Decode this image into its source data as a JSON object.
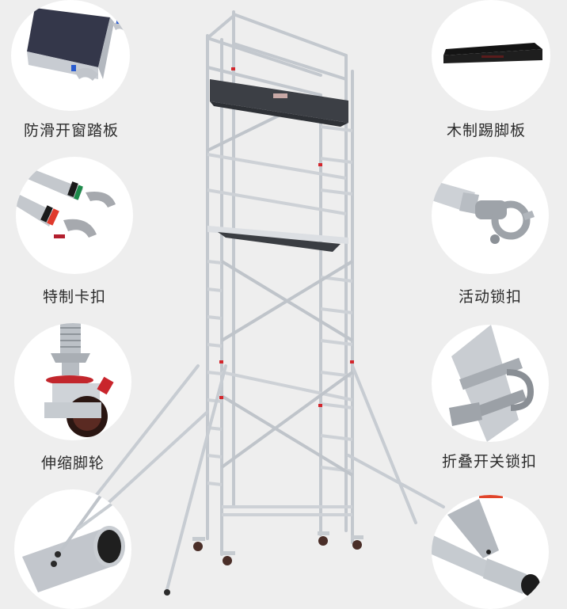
{
  "product": {
    "name": "aluminum-mobile-scaffold-tower",
    "colors": {
      "background": "#eeeeee",
      "aluminum": "#cfd3d8",
      "platform": "#3a3d42",
      "accent_red": "#d3262c",
      "label_text": "#2b2b2b"
    }
  },
  "features": [
    {
      "id": "anti-slip-hatch-platform",
      "label": "防滑开窗踏板",
      "side": "left",
      "row": 1,
      "icon": "platform-deck-icon"
    },
    {
      "id": "wooden-toe-board",
      "label": "木制踢脚板",
      "side": "right",
      "row": 1,
      "icon": "toe-board-icon"
    },
    {
      "id": "special-clamp",
      "label": "特制卡扣",
      "side": "left",
      "row": 2,
      "icon": "clamp-hook-icon"
    },
    {
      "id": "swivel-lock-clamp",
      "label": "活动锁扣",
      "side": "right",
      "row": 2,
      "icon": "swivel-coupler-icon"
    },
    {
      "id": "telescopic-caster",
      "label": "伸缩脚轮",
      "side": "left",
      "row": 3,
      "icon": "caster-wheel-icon"
    },
    {
      "id": "folding-switch-lock",
      "label": "折叠开关锁扣",
      "side": "right",
      "row": 3,
      "icon": "folding-lock-icon"
    },
    {
      "id": "outrigger-tube-end",
      "label": "",
      "side": "left",
      "row": 4,
      "icon": "tube-end-icon"
    },
    {
      "id": "outrigger-foot",
      "label": "",
      "side": "right",
      "row": 4,
      "icon": "outrigger-foot-icon"
    }
  ]
}
